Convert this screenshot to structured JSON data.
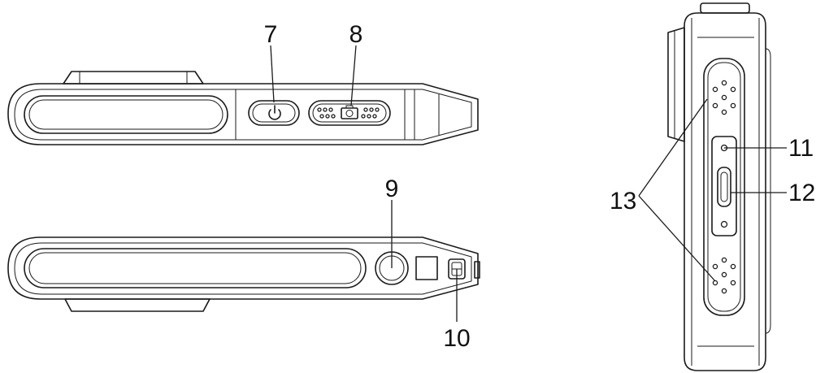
{
  "callouts": {
    "c7": "7",
    "c8": "8",
    "c9": "9",
    "c10": "10",
    "c11": "11",
    "c12": "12",
    "c13": "13"
  },
  "icons": {
    "power": "power-icon",
    "camera": "camera-icon"
  },
  "colors": {
    "line": "#1a1a1a",
    "background": "#ffffff"
  }
}
